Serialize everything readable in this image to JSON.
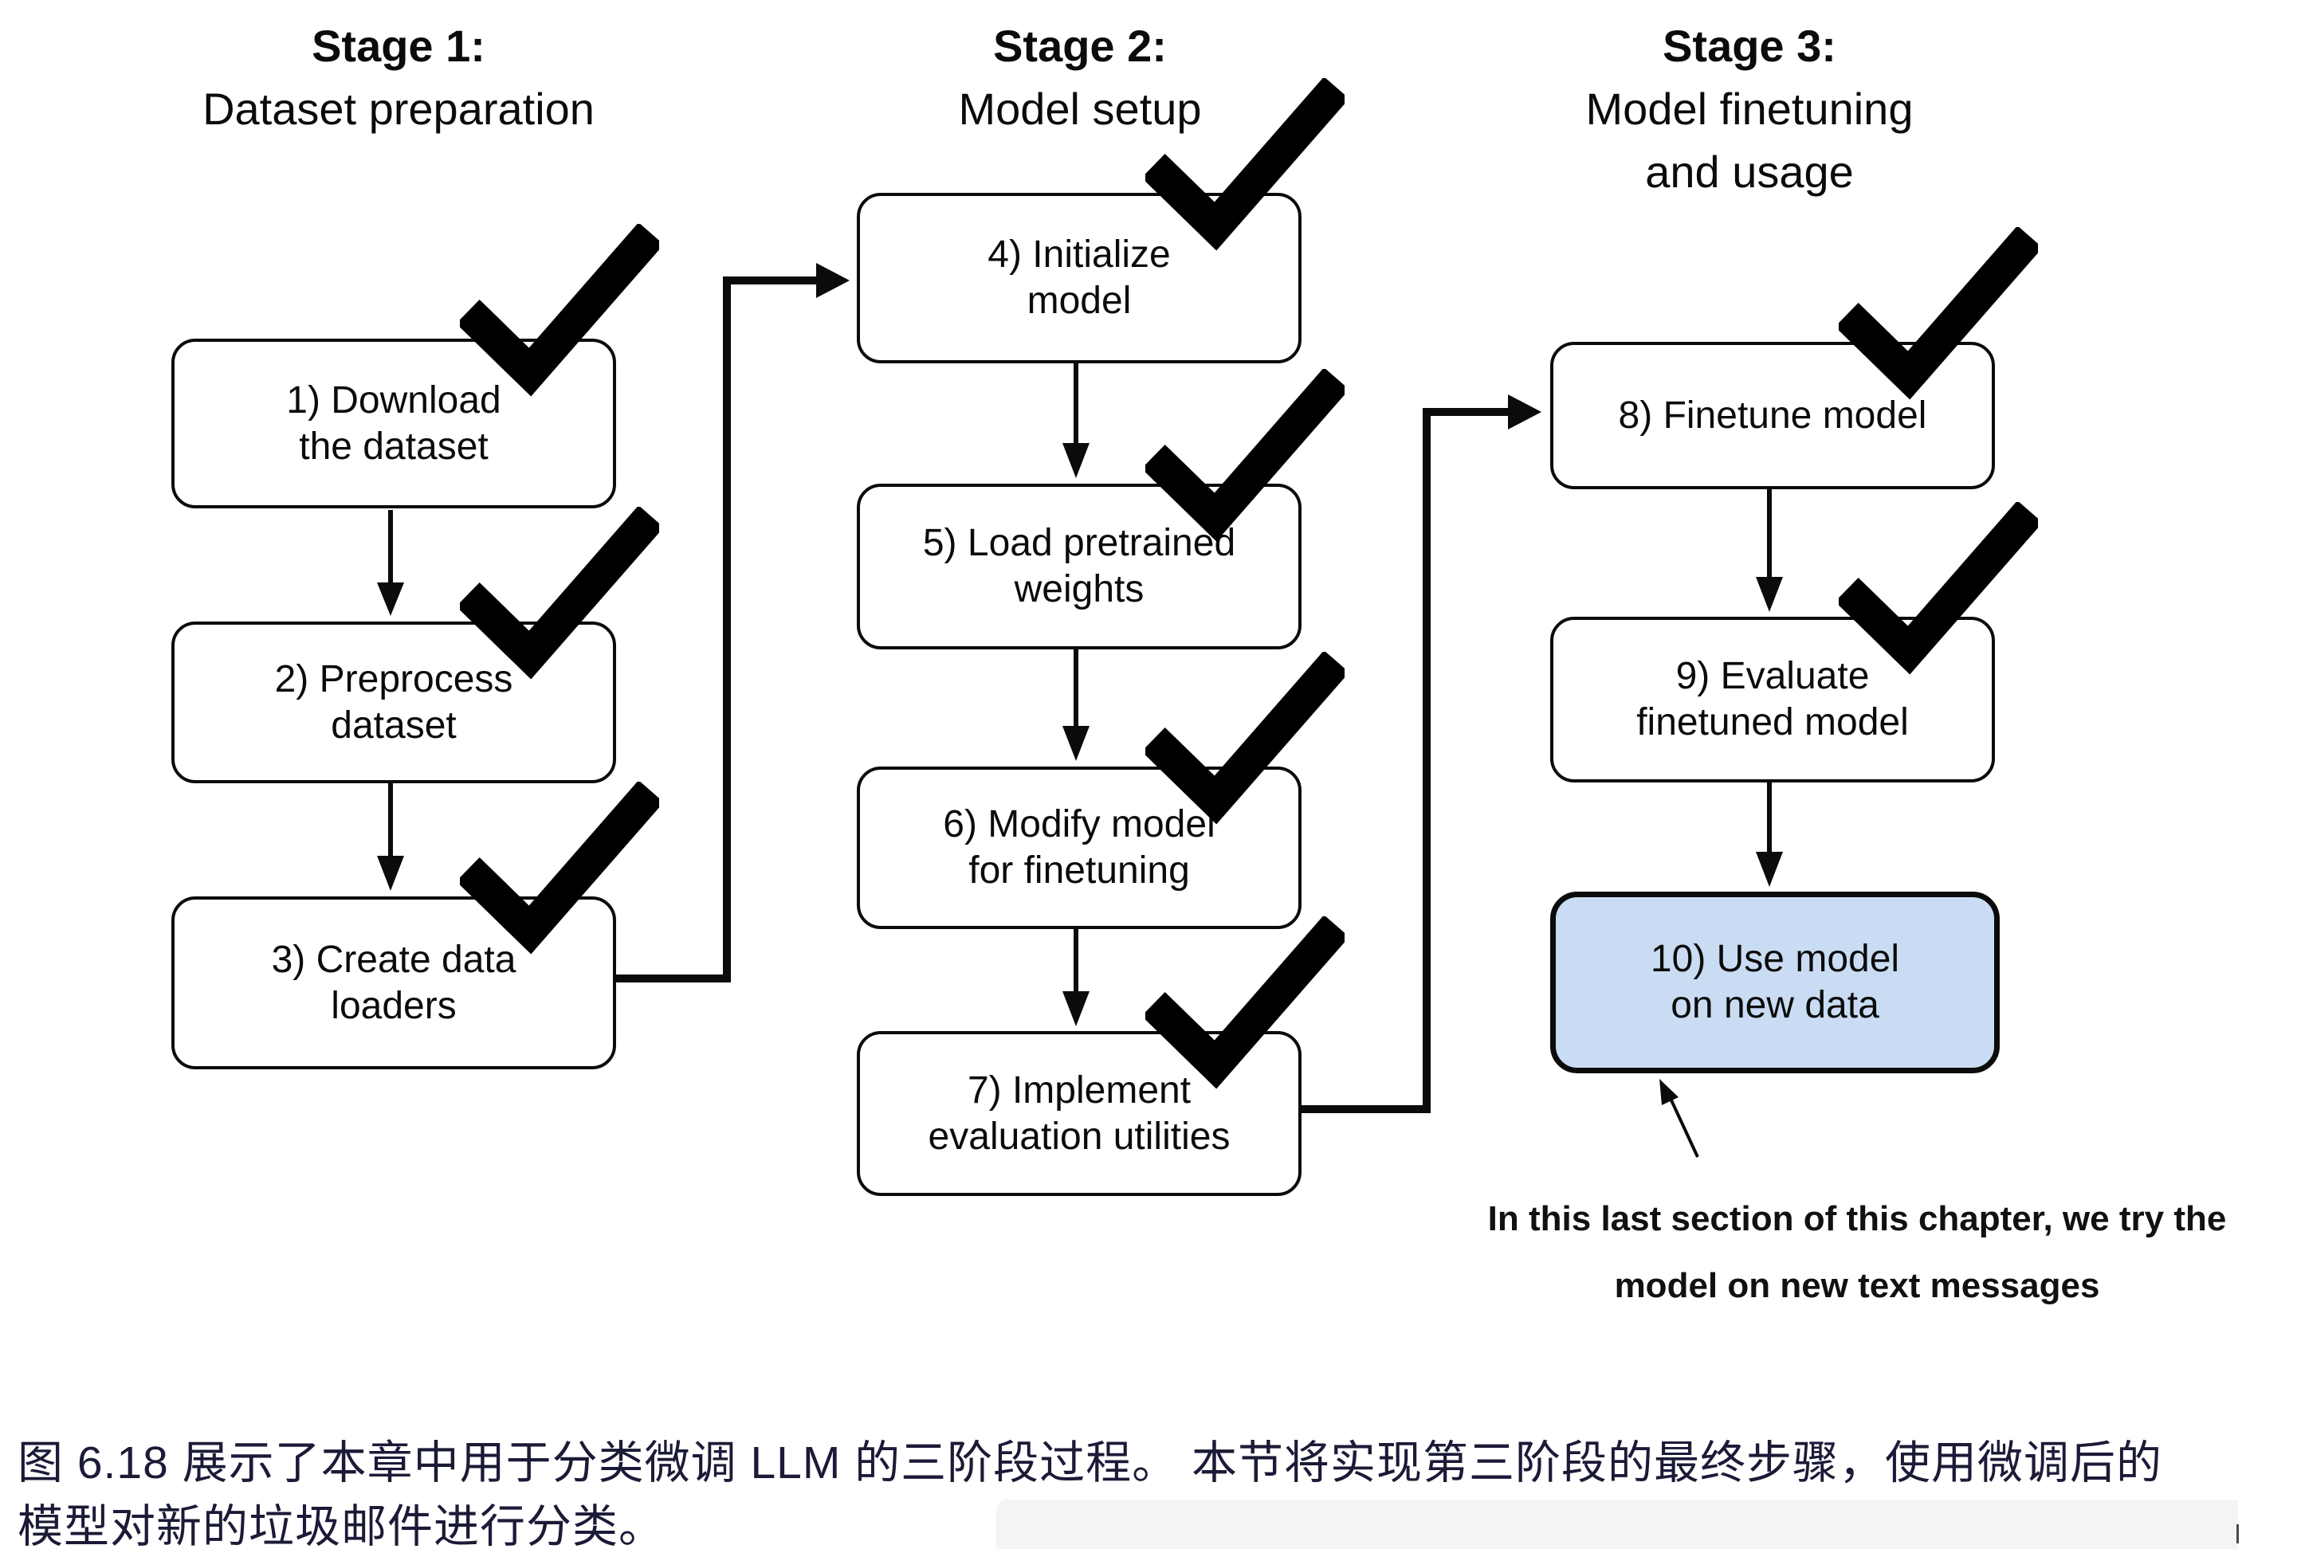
{
  "figure": {
    "stages": [
      {
        "title": "Stage 1:",
        "subtitle": "Dataset preparation",
        "subtitle2": ""
      },
      {
        "title": "Stage 2:",
        "subtitle": "Model setup",
        "subtitle2": ""
      },
      {
        "title": "Stage 3:",
        "subtitle": "Model finetuning",
        "subtitle2": "and usage"
      }
    ],
    "steps": [
      {
        "lines": [
          "1) Download",
          "the dataset"
        ],
        "completed": true,
        "highlighted": false
      },
      {
        "lines": [
          "2) Preprocess",
          "dataset"
        ],
        "completed": true,
        "highlighted": false
      },
      {
        "lines": [
          "3) Create data",
          "loaders"
        ],
        "completed": true,
        "highlighted": false
      },
      {
        "lines": [
          "4) Initialize",
          "model"
        ],
        "completed": true,
        "highlighted": false
      },
      {
        "lines": [
          "5) Load pretrained",
          "weights"
        ],
        "completed": true,
        "highlighted": false
      },
      {
        "lines": [
          "6) Modify model",
          "for finetuning"
        ],
        "completed": true,
        "highlighted": false
      },
      {
        "lines": [
          "7) Implement",
          "evaluation utilities"
        ],
        "completed": true,
        "highlighted": false
      },
      {
        "lines": [
          "8) Finetune model"
        ],
        "completed": true,
        "highlighted": false
      },
      {
        "lines": [
          "9) Evaluate",
          "finetuned model"
        ],
        "completed": true,
        "highlighted": false
      },
      {
        "lines": [
          "10) Use model",
          "on new data"
        ],
        "completed": false,
        "highlighted": true
      }
    ],
    "annotation": {
      "line1": "In this last section of this chapter, we try the",
      "line2": "model on new text messages"
    },
    "colors": {
      "highlight_fill": "#c9dcf3",
      "caption_text": "#1b1b38"
    }
  },
  "caption": {
    "line1": "图 6.18 展示了本章中用于分类微调 LLM 的三阶段过程。 本节将实现第三阶段的最终步骤，使用微调后的",
    "line2": "模型对新的垃圾邮件进行分类。"
  }
}
